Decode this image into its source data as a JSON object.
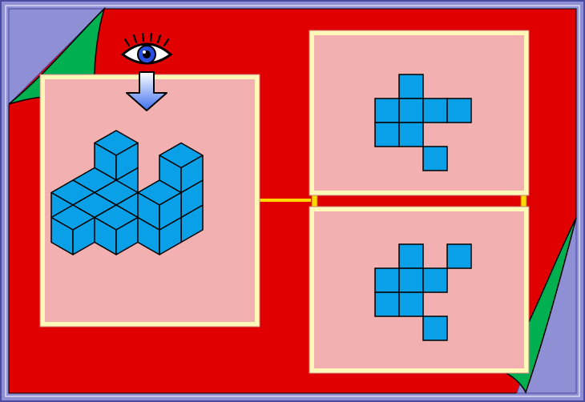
{
  "colors": {
    "outer_frame": "#8f8fd6",
    "board": "#e00000",
    "panel": "#f3b0b0",
    "panel_border": "#fff8b8",
    "cube": "#0aa0e8",
    "corner_flap": "#00b050",
    "connector": "#ffd800",
    "arrow_top": "#ffffff",
    "arrow_bottom": "#3f6ff0",
    "eye_iris": "#2850e0"
  },
  "icons": {
    "viewer": "eye-icon",
    "direction": "arrow-down-icon"
  },
  "views": [
    {
      "name": "top-view-option-a",
      "cells": [
        [
          1,
          0
        ],
        [
          0,
          1
        ],
        [
          1,
          1
        ],
        [
          2,
          1
        ],
        [
          3,
          1
        ],
        [
          0,
          2
        ],
        [
          1,
          2
        ],
        [
          2,
          3
        ]
      ]
    },
    {
      "name": "top-view-option-b",
      "cells": [
        [
          1,
          0
        ],
        [
          3,
          0
        ],
        [
          0,
          1
        ],
        [
          1,
          1
        ],
        [
          2,
          1
        ],
        [
          0,
          2
        ],
        [
          1,
          2
        ],
        [
          2,
          3
        ]
      ]
    }
  ]
}
